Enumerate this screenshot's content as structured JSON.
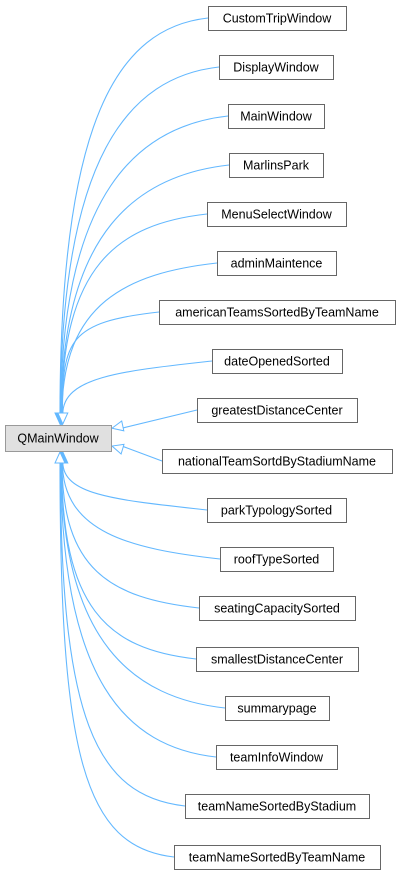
{
  "diagram": {
    "edge_color": "#63b8ff",
    "base_fill": "#e0e0e0",
    "base": {
      "label": "QMainWindow"
    },
    "children": [
      {
        "label": "CustomTripWindow"
      },
      {
        "label": "DisplayWindow"
      },
      {
        "label": "MainWindow"
      },
      {
        "label": "MarlinsPark"
      },
      {
        "label": "MenuSelectWindow"
      },
      {
        "label": "adminMaintence"
      },
      {
        "label": "americanTeamsSortedByTeamName"
      },
      {
        "label": "dateOpenedSorted"
      },
      {
        "label": "greatestDistanceCenter"
      },
      {
        "label": "nationalTeamSortdByStadiumName"
      },
      {
        "label": "parkTypologySorted"
      },
      {
        "label": "roofTypeSorted"
      },
      {
        "label": "seatingCapacitySorted"
      },
      {
        "label": "smallestDistanceCenter"
      },
      {
        "label": "summarypage"
      },
      {
        "label": "teamInfoWindow"
      },
      {
        "label": "teamNameSortedByStadium"
      },
      {
        "label": "teamNameSortedByTeamName"
      }
    ]
  }
}
